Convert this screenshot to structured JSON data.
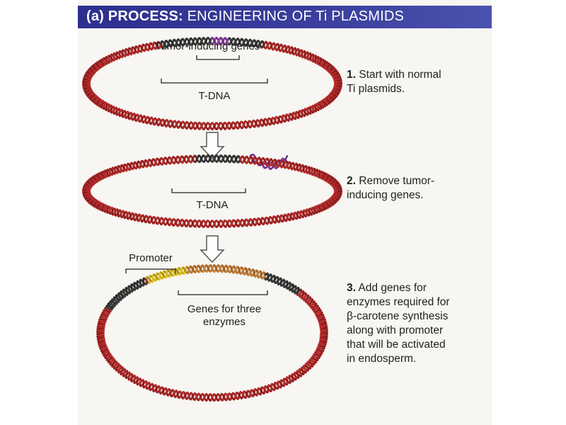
{
  "header": {
    "prefix": "(a) PROCESS:",
    "title": "ENGINEERING OF Ti PLASMIDS"
  },
  "labels": {
    "tumor_genes": "Tumor-inducing genes",
    "tdna_1": "T-DNA",
    "tdna_2": "T-DNA",
    "promoter": "Promoter",
    "genes_line1": "Genes for three",
    "genes_line2": "enzymes"
  },
  "steps": [
    {
      "num": "1.",
      "lines": [
        "Start with normal",
        "Ti plasmids."
      ]
    },
    {
      "num": "2.",
      "lines": [
        "Remove tumor-",
        "inducing genes."
      ]
    },
    {
      "num": "3.",
      "lines": [
        "Add genes for",
        "enzymes required for",
        "β-carotene synthesis",
        "along with promoter",
        "that will be activated",
        "in endosperm."
      ]
    }
  ],
  "colors": {
    "plasmid": "#b52a2a",
    "tdna": "#3a3a3a",
    "tumor_genes": "#8a3fa6",
    "promoter": "#e3c21c",
    "enzyme_genes": "#c9833a",
    "banner": "#2d2f8e"
  }
}
